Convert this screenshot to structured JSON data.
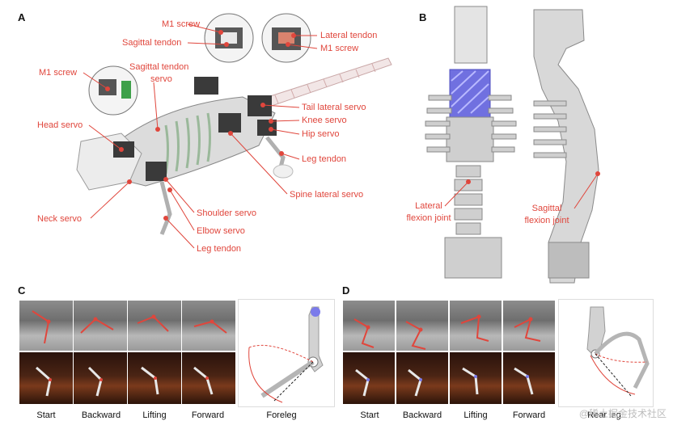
{
  "panels": {
    "a": {
      "letter": "A",
      "labels": {
        "m1_screw_top": "M1 screw",
        "sagittal_tendon_top": "Sagittal tendon",
        "lateral_tendon": "Lateral tendon",
        "m1_screw_right": "M1 screw",
        "m1_screw_left": "M1 screw",
        "sagittal_tendon_servo_1": "Sagittal tendon",
        "sagittal_tendon_servo_2": "servo",
        "head_servo": "Head servo",
        "tail_lateral_servo": "Tail lateral servo",
        "knee_servo": "Knee servo",
        "hip_servo": "Hip servo",
        "leg_tendon_right": "Leg tendon",
        "spine_lateral_servo": "Spine lateral servo",
        "neck_servo": "Neck servo",
        "shoulder_servo": "Shoulder servo",
        "elbow_servo": "Elbow servo",
        "leg_tendon_bottom": "Leg tendon"
      }
    },
    "b": {
      "letter": "B",
      "labels": {
        "lateral_1": "Lateral",
        "lateral_2": "flexion joint",
        "sagittal_1": "Sagittal",
        "sagittal_2": "flexion joint"
      }
    },
    "c": {
      "letter": "C",
      "captions": [
        "Start",
        "Backward",
        "Lifting",
        "Forward",
        "Foreleg"
      ]
    },
    "d": {
      "letter": "D",
      "captions": [
        "Start",
        "Backward",
        "Lifting",
        "Forward",
        "Rear leg"
      ]
    }
  },
  "watermark": "@稀土掘金技术社区",
  "colors": {
    "label": "#e0463c",
    "marker": "#e0463c",
    "joint_blue": "#7b7bea"
  }
}
